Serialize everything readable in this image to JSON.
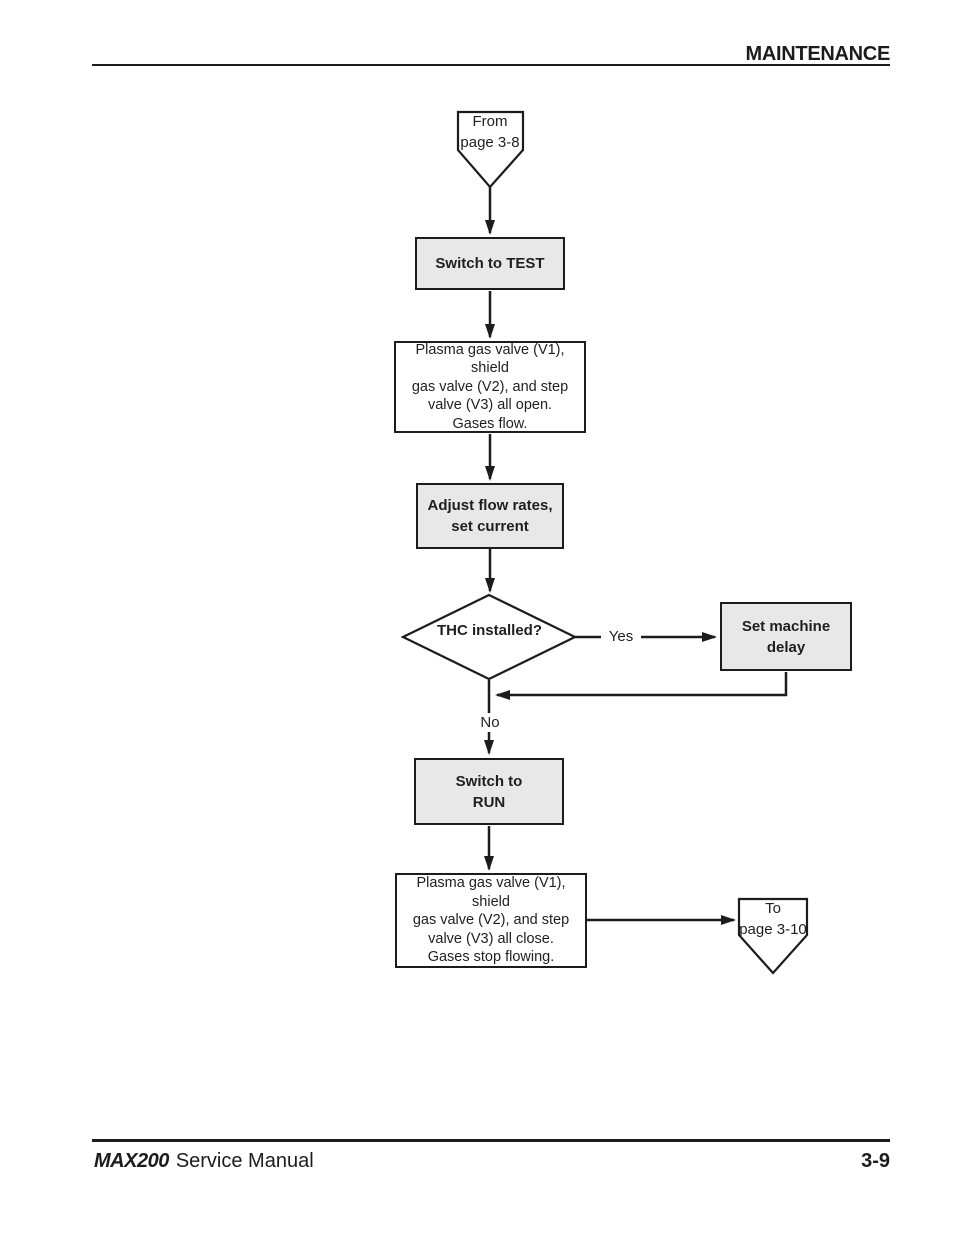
{
  "header": {
    "title": "MAINTENANCE"
  },
  "flowchart": {
    "from_connector": "From\npage 3-8",
    "switch_to_test": "Switch to TEST",
    "valves_open": "Plasma gas valve (V1), shield\ngas valve (V2), and step\nvalve (V3) all open.\nGases flow.",
    "adjust_flow": "Adjust flow rates,\nset current",
    "decision": "THC installed?",
    "yes_label": "Yes",
    "no_label": "No",
    "set_machine_delay": "Set machine delay",
    "switch_to_run": "Switch to\nRUN",
    "valves_close": "Plasma gas valve (V1), shield\ngas valve (V2), and step\nvalve (V3) all close.\nGases stop flowing.",
    "to_connector": "To\npage 3-10"
  },
  "footer": {
    "brand": "MAX200",
    "manual_title": "Service Manual",
    "page_number": "3-9"
  },
  "colors": {
    "shaded_box_fill": "#e8e8e8",
    "plain_box_fill": "#ffffff",
    "line_color": "#1c1c1c",
    "text_color": "#1f1f1f"
  }
}
